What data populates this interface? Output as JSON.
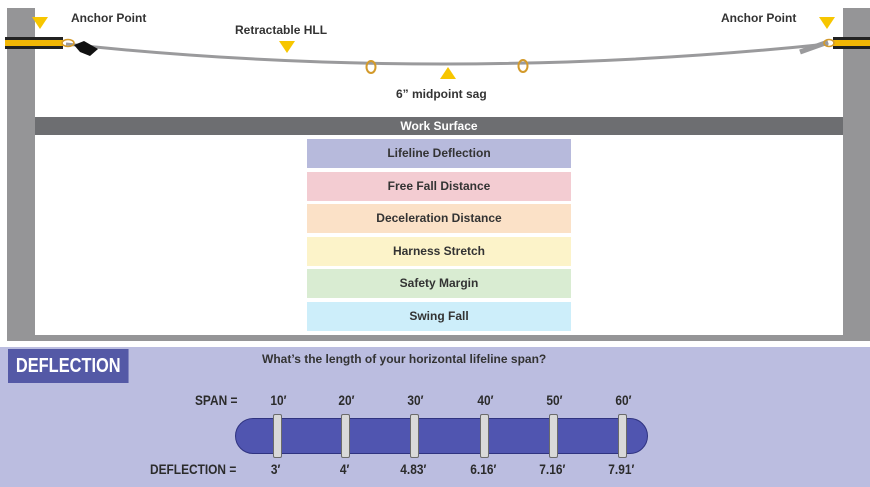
{
  "scene": {
    "anchor_left_label": "Anchor Point",
    "anchor_right_label": "Anchor Point",
    "hll_label": "Retractable HLL",
    "sag_label": "6” midpoint sag",
    "work_surface_label": "Work Surface"
  },
  "stack": [
    {
      "label": "Lifeline Deflection",
      "color": "#b7badc"
    },
    {
      "label": "Free Fall Distance",
      "color": "#f3ccd2"
    },
    {
      "label": "Deceleration Distance",
      "color": "#fbe1c7"
    },
    {
      "label": "Harness Stretch",
      "color": "#fcf3c9"
    },
    {
      "label": "Safety Margin",
      "color": "#d9ecd2"
    },
    {
      "label": "Swing Fall",
      "color": "#cdeefa"
    }
  ],
  "deflection": {
    "tag": "DEFLECTION",
    "question": "What’s the length of your horizontal lifeline span?",
    "span_label": "SPAN =",
    "deflection_label": "DEFLECTION =",
    "spans": [
      "10′",
      "20′",
      "30′",
      "40′",
      "50′",
      "60′"
    ],
    "deflections": [
      "3′",
      "4′",
      "4.83′",
      "6.16′",
      "7.16′",
      "7.91′"
    ]
  },
  "colors": {
    "post": "#959597",
    "work_surface": "#6d6e71",
    "panel_bg": "#bbbde0",
    "tag_bg": "#5459a6",
    "tube": "#5055b0",
    "marker": "#f7c600"
  }
}
